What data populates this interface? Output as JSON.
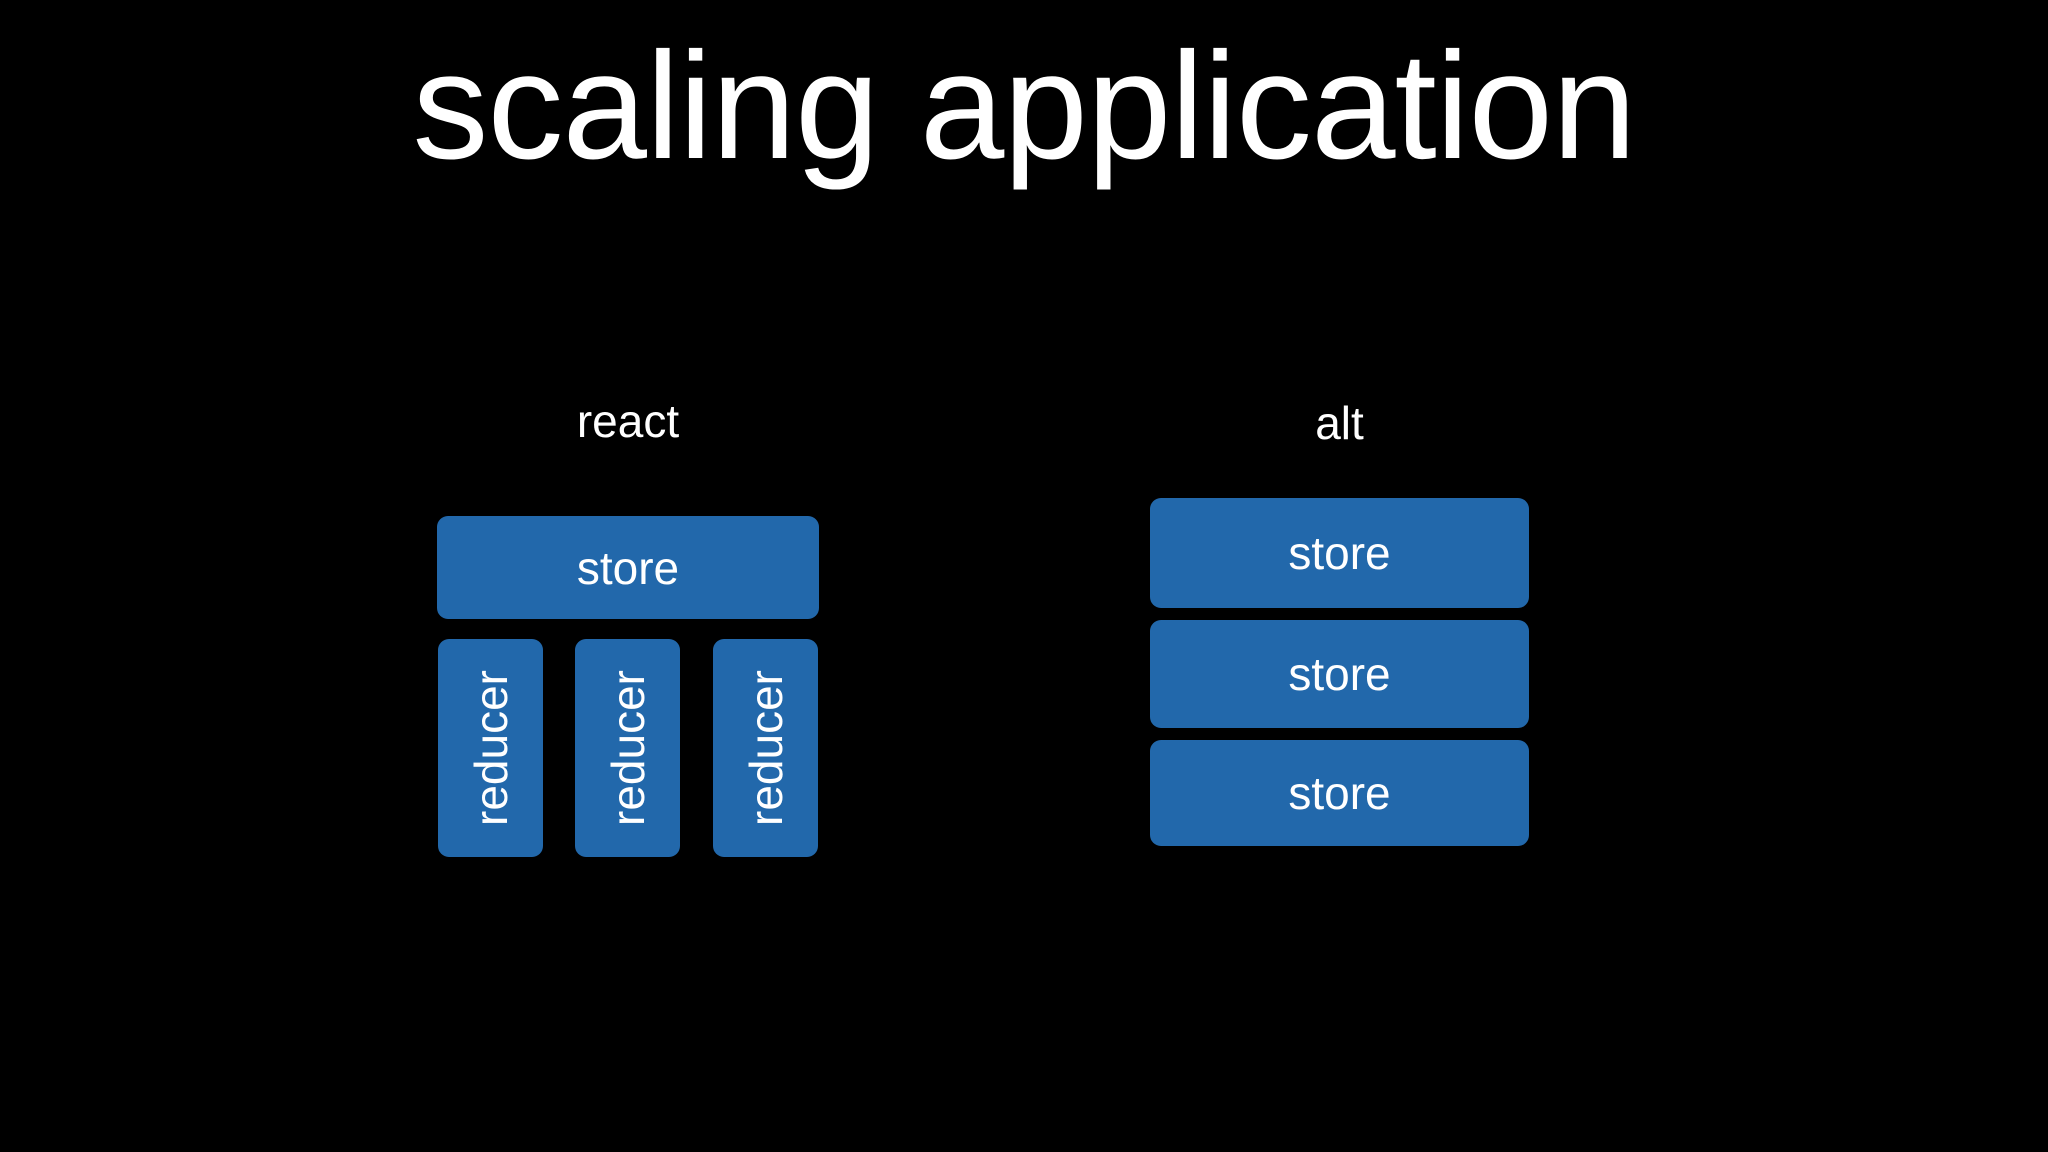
{
  "slide": {
    "title": "scaling application",
    "background_color": "#000000",
    "text_color": "#ffffff",
    "box_color": "#2268ab",
    "box_text_color": "#ffffff"
  },
  "columns": [
    {
      "id": "react",
      "label": "react",
      "store": {
        "label": "store"
      },
      "reducers": [
        {
          "label": "reducer"
        },
        {
          "label": "reducer"
        },
        {
          "label": "reducer"
        }
      ]
    },
    {
      "id": "alt",
      "label": "alt",
      "stores": [
        {
          "label": "store"
        },
        {
          "label": "store"
        },
        {
          "label": "store"
        }
      ]
    }
  ]
}
